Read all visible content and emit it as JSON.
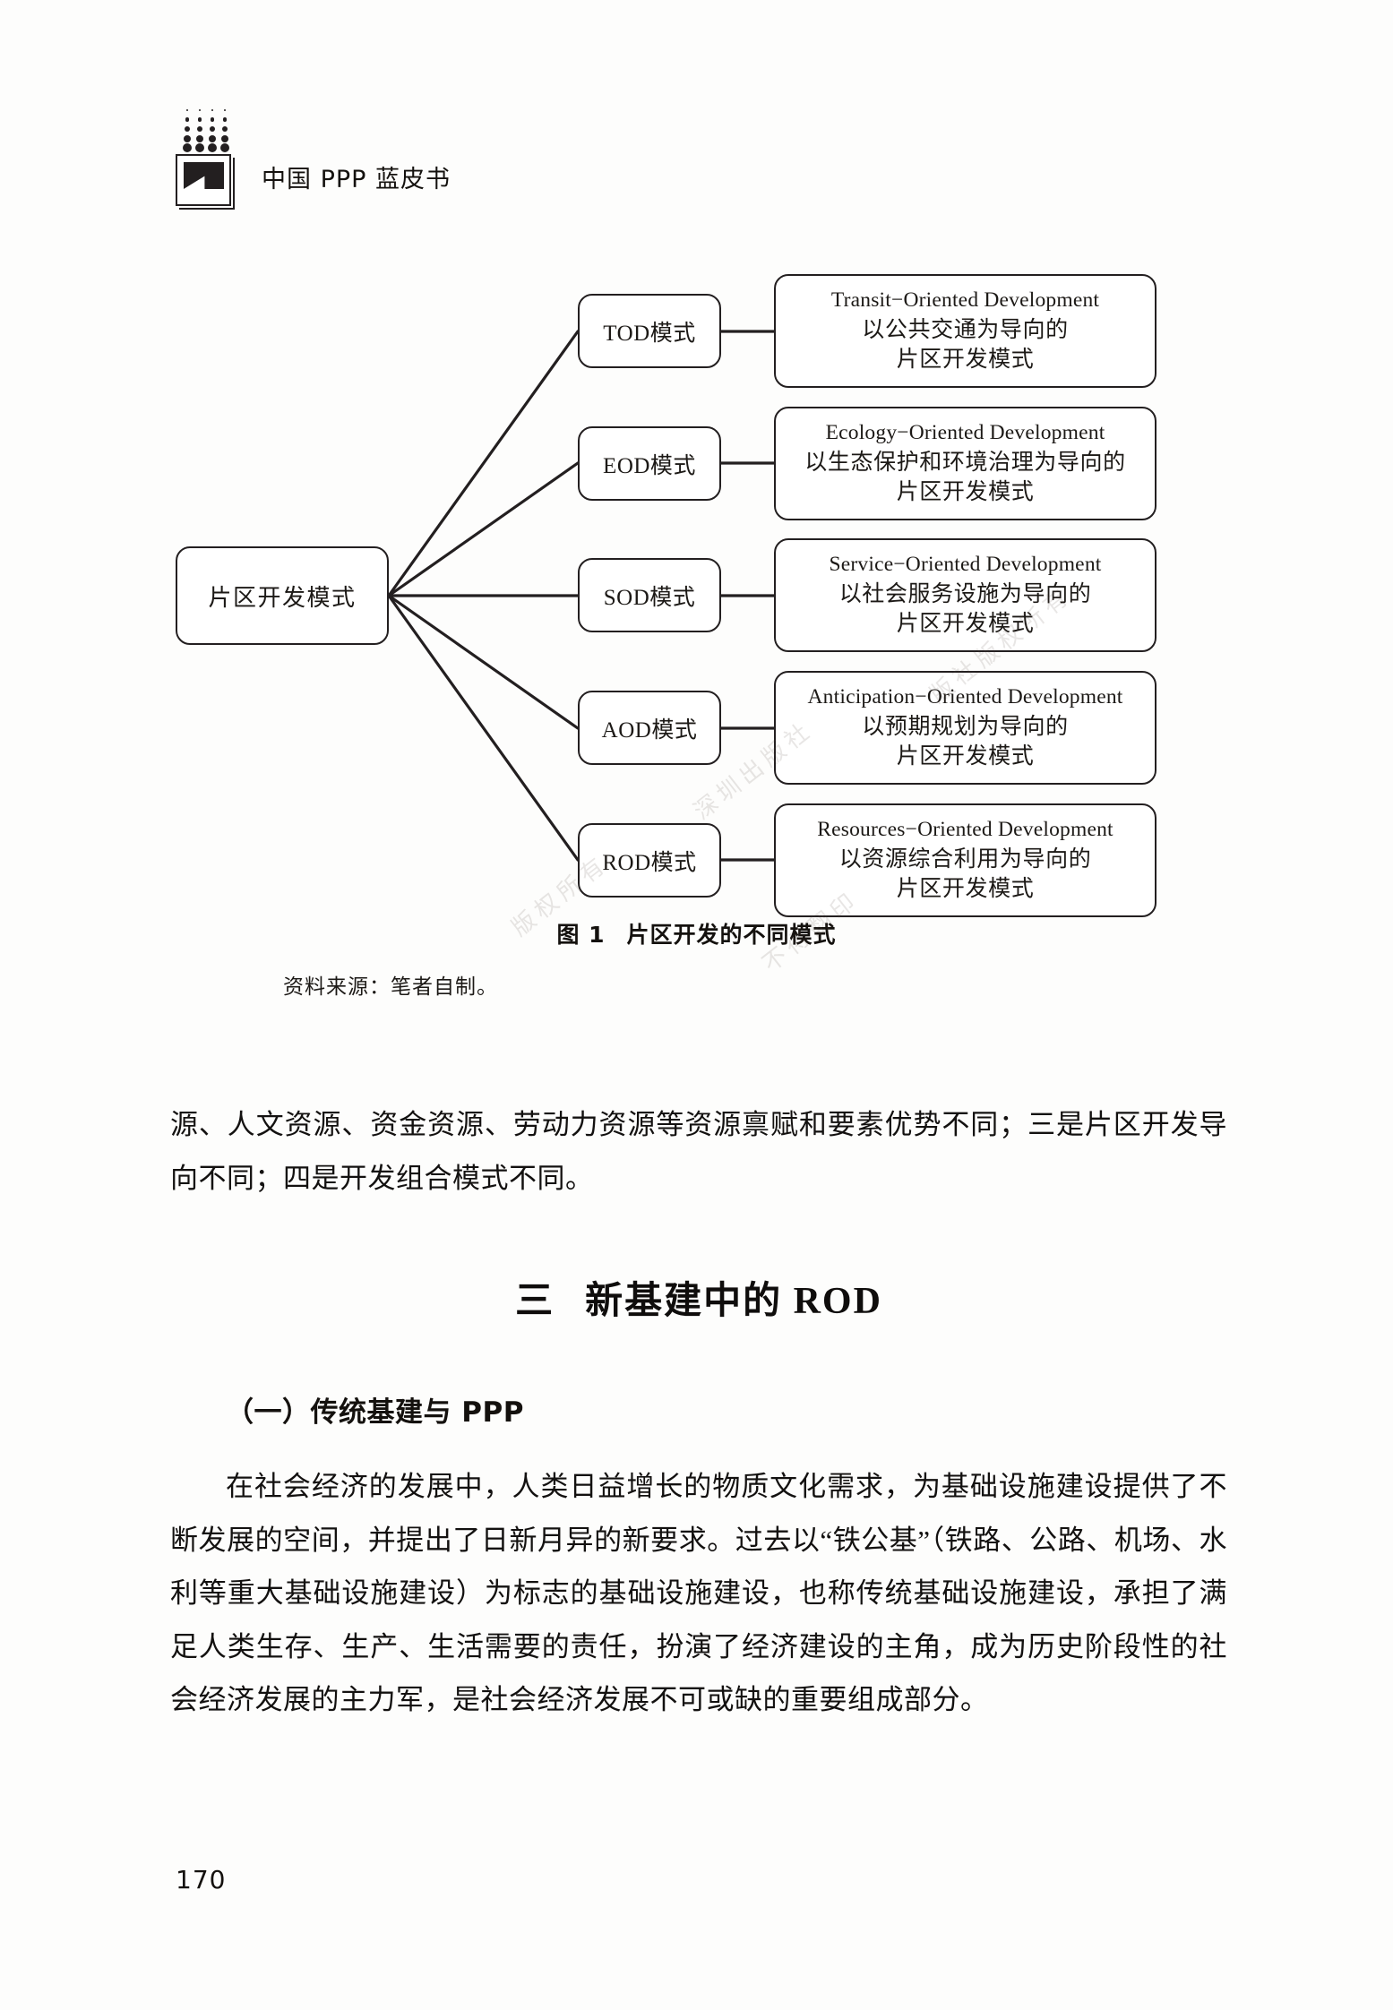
{
  "header": {
    "title": "中国 PPP 蓝皮书",
    "logo_icon": "book-bookmark-logo-icon",
    "dots_icon": "gradient-dot-grid-icon"
  },
  "figure": {
    "root": {
      "label": "片区开发模式"
    },
    "branches": [
      {
        "mode": "TOD模式",
        "english": "Transit−Oriented Development",
        "cn_line1": "以公共交通为导向的",
        "cn_line2": "片区开发模式"
      },
      {
        "mode": "EOD模式",
        "english": "Ecology−Oriented Development",
        "cn_line1": "以生态保护和环境治理为导向的",
        "cn_line2": "片区开发模式"
      },
      {
        "mode": "SOD模式",
        "english": "Service−Oriented Development",
        "cn_line1": "以社会服务设施为导向的",
        "cn_line2": "片区开发模式"
      },
      {
        "mode": "AOD模式",
        "english": "Anticipation−Oriented Development",
        "cn_line1": "以预期规划为导向的",
        "cn_line2": "片区开发模式"
      },
      {
        "mode": "ROD模式",
        "english": "Resources−Oriented Development",
        "cn_line1": "以资源综合利用为导向的",
        "cn_line2": "片区开发模式"
      }
    ],
    "caption_number": "图 1",
    "caption_title": "片区开发的不同模式",
    "source": "资料来源：笔者自制。"
  },
  "body": {
    "paragraph_1": "源、人文资源、资金资源、劳动力资源等资源禀赋和要素优势不同；三是片区开发导向不同；四是开发组合模式不同。",
    "section_number": "三",
    "section_title": "新基建中的 ROD",
    "sub_heading": "（一）传统基建与 PPP",
    "paragraph_2": "在社会经济的发展中，人类日益增长的物质文化需求，为基础设施建设提供了不断发展的空间，并提出了日新月异的新要求。过去以“铁公基”（铁路、公路、机场、水利等重大基础设施建设）为标志的基础设施建设，也称传统基础设施建设，承担了满足人类生存、生产、生活需要的责任，扮演了经济建设的主角，成为历史阶段性的社会经济发展的主力军，是社会经济发展不可或缺的重要组成部分。"
  },
  "page_number": "170",
  "watermarks": {
    "a": "版社版权所有",
    "b": "深圳出版社",
    "c": "版权所有",
    "d": "不得翻印"
  },
  "colors": {
    "ink": "#231f20",
    "text": "#131110",
    "paper": "#fdfdfc"
  }
}
